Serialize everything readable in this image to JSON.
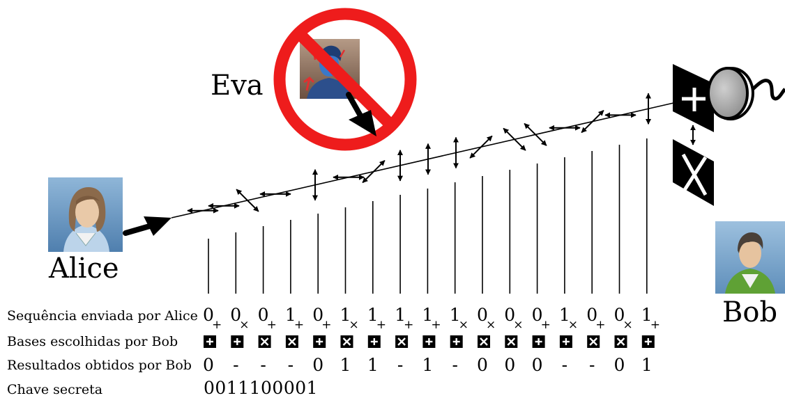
{
  "names": {
    "alice": "Alice",
    "bob": "Bob",
    "eve": "Eva"
  },
  "icons": {
    "alice": "alice-avatar",
    "bob": "bob-avatar",
    "eve": "eve-avatar",
    "forbidden": "prohibition-sign",
    "detector": "photon-detector",
    "basis_plus": "plus-basis-filter",
    "basis_x": "x-basis-filter"
  },
  "row_labels": {
    "sent": "Sequência enviada por Alice",
    "bases": "Bases escolhidas por Bob",
    "results": "Resultados obtidos por Bob",
    "key": "Chave secreta"
  },
  "sent": [
    {
      "bit": "0",
      "basis": "+"
    },
    {
      "bit": "0",
      "basis": "×"
    },
    {
      "bit": "0",
      "basis": "+"
    },
    {
      "bit": "1",
      "basis": "+"
    },
    {
      "bit": "0",
      "basis": "+"
    },
    {
      "bit": "1",
      "basis": "×"
    },
    {
      "bit": "1",
      "basis": "+"
    },
    {
      "bit": "1",
      "basis": "+"
    },
    {
      "bit": "1",
      "basis": "+"
    },
    {
      "bit": "1",
      "basis": "×"
    },
    {
      "bit": "0",
      "basis": "×"
    },
    {
      "bit": "0",
      "basis": "×"
    },
    {
      "bit": "0",
      "basis": "+"
    },
    {
      "bit": "1",
      "basis": "×"
    },
    {
      "bit": "0",
      "basis": "+"
    },
    {
      "bit": "0",
      "basis": "×"
    },
    {
      "bit": "1",
      "basis": "+"
    }
  ],
  "bob_bases": [
    "+",
    "+",
    "×",
    "×",
    "+",
    "×",
    "+",
    "×",
    "+",
    "+",
    "×",
    "×",
    "+",
    "+",
    "×",
    "×",
    "+"
  ],
  "results": [
    "0",
    "-",
    "-",
    "-",
    "0",
    "1",
    "1",
    "-",
    "1",
    "-",
    "0",
    "0",
    "0",
    "-",
    "-",
    "0",
    "1"
  ],
  "secret_key": "0011100001",
  "photon_polarizations": [
    "h",
    "h",
    "d2",
    "h",
    "v",
    "h",
    "d1",
    "v",
    "v",
    "v",
    "d1",
    "d2",
    "d2",
    "h",
    "d1",
    "h",
    "v"
  ],
  "colors": {
    "forbidden_red": "#ee1c1c",
    "ink": "#000000",
    "eve_blue": "#2f6fc0",
    "bob_green": "#4f8f2a"
  }
}
